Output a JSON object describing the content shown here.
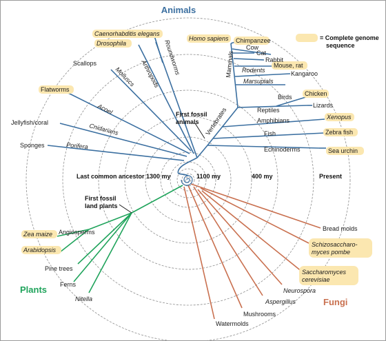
{
  "colors": {
    "animals": "#3b6fa0",
    "plants": "#1fa35b",
    "fungi": "#c9704f",
    "highlight": "#fbe7b0",
    "ring": "#8c8c8c"
  },
  "groups": {
    "animals": "Animals",
    "plants": "Plants",
    "fungi": "Fungi"
  },
  "legend": {
    "line1": "= Complete genome",
    "line2": "sequence"
  },
  "timeline": {
    "lca": "Last common ancestor 1300 my",
    "t1100": "1100 my",
    "t400": "400 my",
    "present": "Present"
  },
  "annotations": {
    "fossil_animals_1": "First fossil",
    "fossil_animals_2": "animals",
    "fossil_plants_1": "First fossil",
    "fossil_plants_2": "land plants"
  },
  "animals": {
    "species": {
      "caenorhabditis": "Caenorhabditis elegans",
      "drosophila": "Drosophila",
      "scallops": "Scallops",
      "flatworms": "Flatworms",
      "jellyfish": "Jellyfish/coral",
      "sponges": "Sponges",
      "homo": "Homo sapiens",
      "chimpanzee": "Chimpanzee",
      "cow": "Cow",
      "cat": "Cat",
      "rabbit": "Rabbit",
      "mouse": "Mouse, rat",
      "kangaroo": "Kangaroo",
      "birds": "Birds",
      "chicken": "Chicken",
      "lizards": "Lizards",
      "xenopus": "Xenopus",
      "zebrafish": "Zebra fish",
      "urchin": "Sea urchin"
    },
    "clades": {
      "roundworms": "Roundworms",
      "arthropods": "Arthropods",
      "molluscs": "Molluscs",
      "acoel": "Acoel",
      "cnidarians": "Cnidarians",
      "porifera": "Porifera",
      "mammals": "Mammals",
      "rodents": "Rodents",
      "marsupials": "Marsupials",
      "reptiles": "Reptiles",
      "amphibians": "Amphibians",
      "fish": "Fish",
      "echinoderms": "Echinoderms",
      "vertebrates": "Vertebrates"
    }
  },
  "plants": {
    "species": {
      "zea": "Zea maize",
      "arabidopsis": "Arabidopsis",
      "pine": "Pine trees",
      "ferns": "Ferns"
    },
    "clades": {
      "angiosperms": "Angiosperms",
      "nitella": "Nitella"
    }
  },
  "fungi": {
    "species": {
      "bread": "Bread molds",
      "schizo1": "Schizosaccharo-",
      "schizo2": "myces pombe",
      "sacch1": "Saccharomyces",
      "sacch2": "cerevisiae",
      "neurospora": "Neurospora",
      "aspergillus": "Aspergillus",
      "mushrooms": "Mushrooms",
      "watermolds": "Watermolds"
    }
  }
}
